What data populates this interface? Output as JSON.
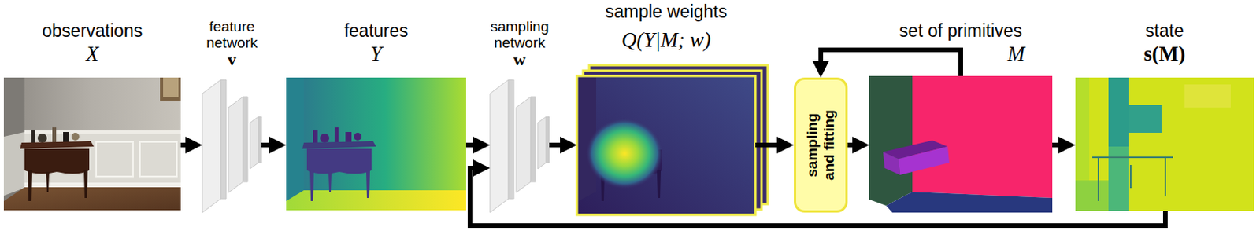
{
  "diagram": {
    "nodes": [
      {
        "text": [
          "observations",
          "X"
        ]
      },
      {
        "text": [
          "feature network",
          "v"
        ]
      },
      {
        "text": [
          "features",
          "Y"
        ]
      },
      {
        "text": [
          "sampling network",
          "w"
        ]
      },
      {
        "text": [
          "sample weights",
          "Q(Y|M; w)"
        ]
      },
      {
        "text": [
          "sampling and fitting"
        ]
      },
      {
        "text": [
          "set of primitives",
          "M"
        ]
      },
      {
        "text": [
          "state",
          "s(M)"
        ]
      }
    ],
    "edges": [
      {
        "from": 0,
        "to": 1,
        "arrow": "to"
      },
      {
        "from": 1,
        "to": 2,
        "arrow": "to"
      },
      {
        "from": 2,
        "to": 3,
        "arrow": "to"
      },
      {
        "from": 3,
        "to": 4,
        "arrow": "to"
      },
      {
        "from": 4,
        "to": 5,
        "arrow": "to"
      },
      {
        "from": 5,
        "to": 6,
        "arrow": "to"
      },
      {
        "from": 6,
        "to": 7,
        "arrow": "to"
      },
      {
        "from": 6,
        "to": 5,
        "arrow": "to"
      },
      {
        "from": 7,
        "to": 3,
        "arrow": "to"
      }
    ]
  }
}
